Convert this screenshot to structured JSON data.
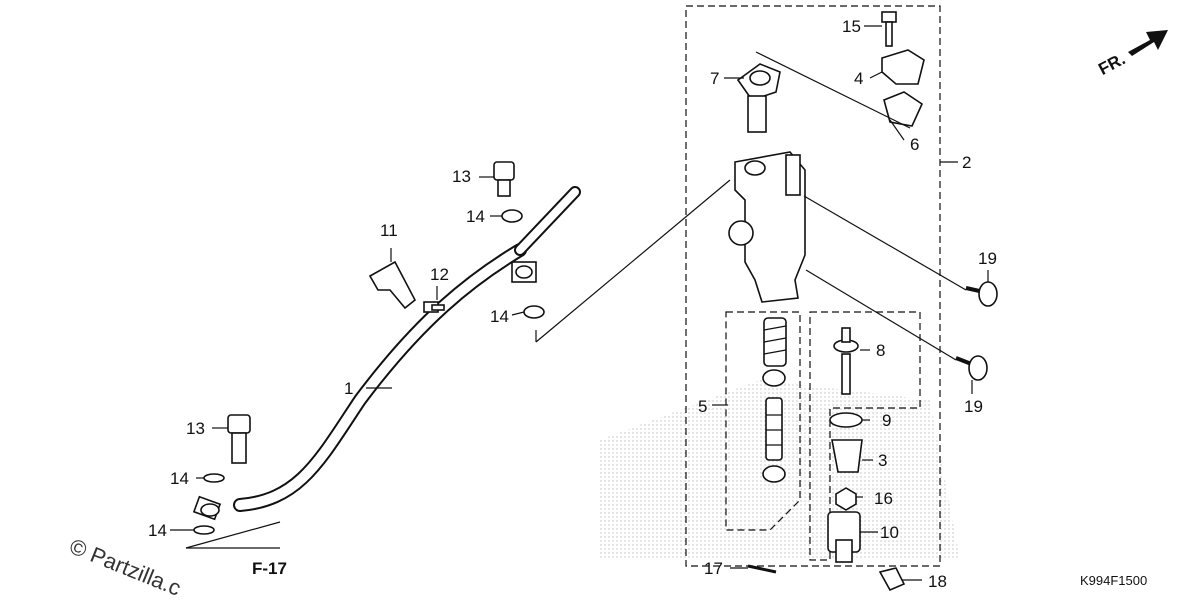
{
  "diagram": {
    "callouts": [
      "1",
      "2",
      "3",
      "4",
      "5",
      "6",
      "7",
      "8",
      "9",
      "10",
      "11",
      "12",
      "13",
      "13",
      "14",
      "14",
      "14",
      "14",
      "15",
      "16",
      "17",
      "18",
      "19",
      "19"
    ],
    "direction_label": "FR.",
    "reference_label": "F-17",
    "part_code": "K994F1500",
    "watermark": "© Partzilla.c"
  }
}
